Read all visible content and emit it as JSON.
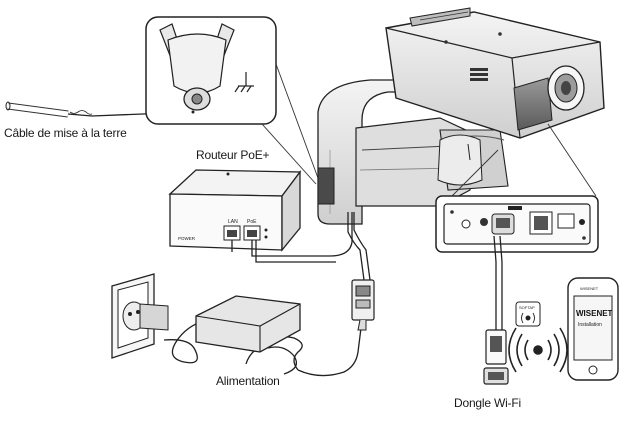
{
  "labels": {
    "ground_cable": "Câble de mise à la terre",
    "poe_router": "Routeur PoE+",
    "power_supply": "Alimentation",
    "wifi_dongle": "Dongle Wi-Fi"
  },
  "router_text": {
    "ports": [
      "LAN",
      "PoE"
    ],
    "side": "POWER"
  },
  "phone_text": {
    "brand": "WISENET",
    "screen_title": "WISENET",
    "screen_sub": "Installation"
  },
  "softap_badge": "SOFTAP"
}
